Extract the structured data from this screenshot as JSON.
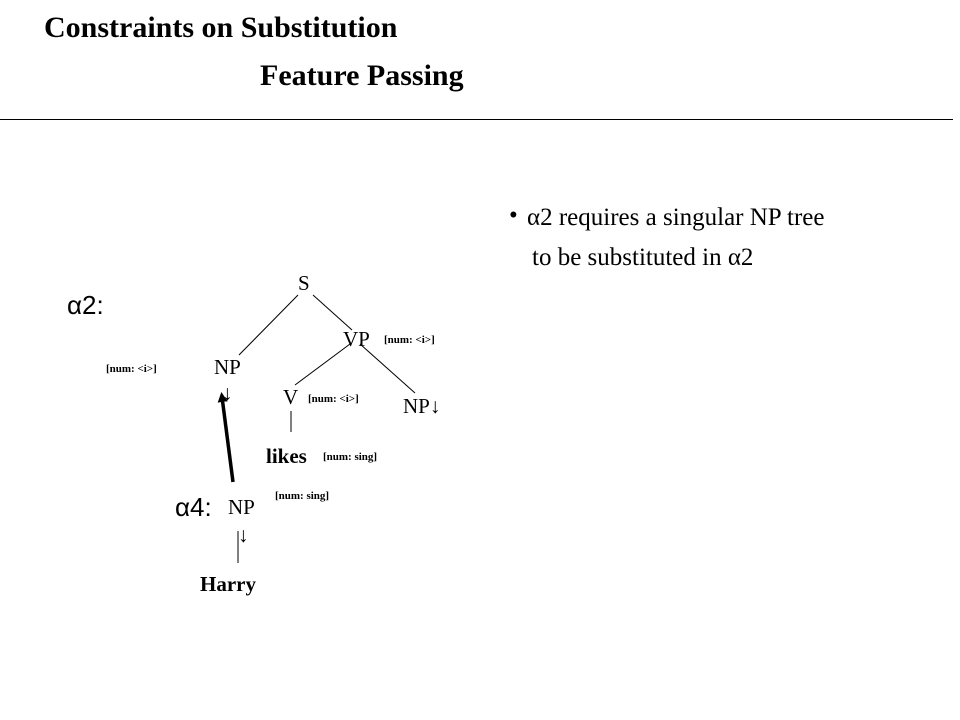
{
  "slide": {
    "title_line1": "Constraints on Substitution",
    "title_line2": "Feature Passing"
  },
  "bullet": {
    "marker": "•",
    "line1": "α2 requires a singular NP tree",
    "line2": "to be substituted in α2"
  },
  "tree_alpha2": {
    "label": "α2:",
    "root": "S",
    "vp": "VP",
    "vp_feature": "[num: <i>]",
    "np_subject": "NP",
    "np_subject_feature": "[num: <i>]",
    "subst_marker": "↓",
    "verb": "V",
    "verb_feature": "[num: <i>]",
    "np_object": "NP↓",
    "lexeme": "likes",
    "lexeme_feature": "[num: sing]"
  },
  "tree_alpha4": {
    "label": "α4:",
    "root": "NP",
    "root_feature": "[num: sing]",
    "subst_marker": "↓",
    "lexeme": "Harry"
  }
}
